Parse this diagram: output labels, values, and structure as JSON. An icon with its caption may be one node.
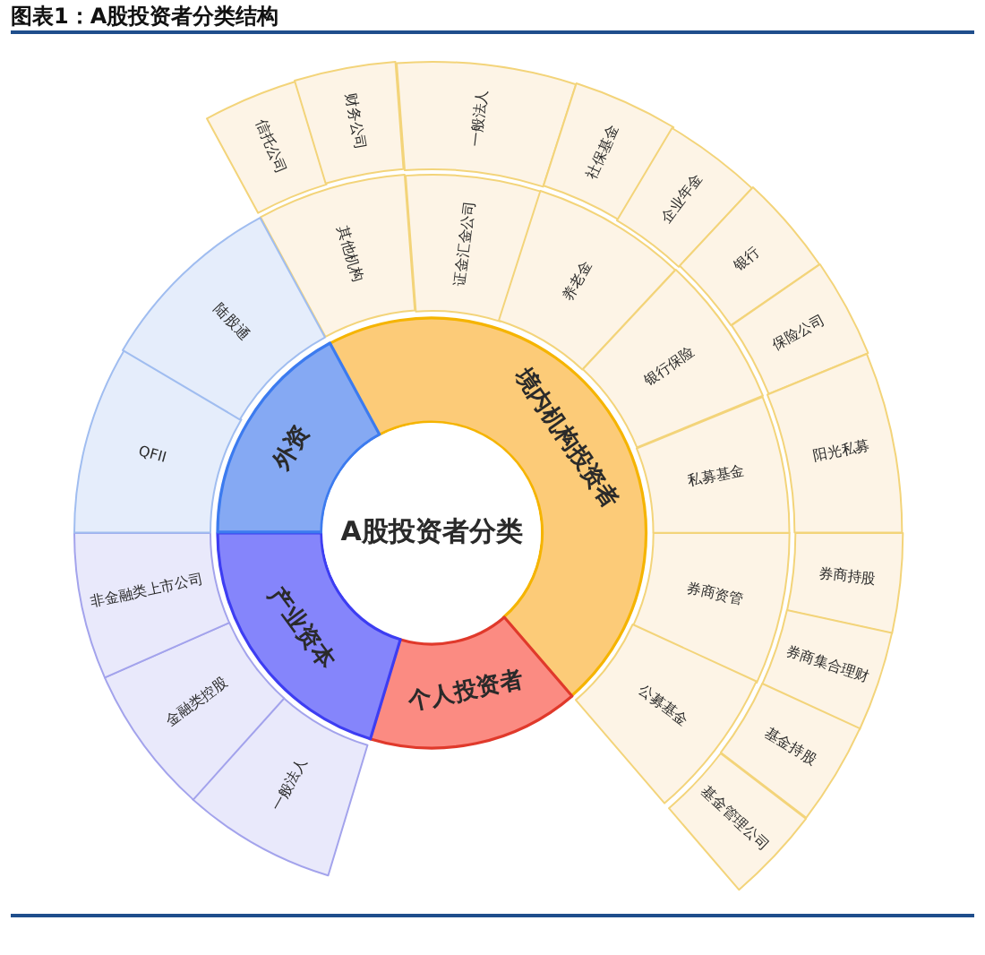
{
  "diagram": {
    "title": "图表1：A股投资者分类结构",
    "nodes": [
      {
        "text": [
          "A股投资者分类"
        ]
      },
      {
        "text": [
          "境内机构投资者"
        ]
      },
      {
        "text": [
          "其他机构"
        ]
      },
      {
        "text": [
          "信托公司"
        ]
      },
      {
        "text": [
          "财务公司"
        ]
      },
      {
        "text": [
          "证金汇金公司"
        ]
      },
      {
        "text": [
          "一般法人"
        ]
      },
      {
        "text": [
          "养老金"
        ]
      },
      {
        "text": [
          "社保基金"
        ]
      },
      {
        "text": [
          "企业年金"
        ]
      },
      {
        "text": [
          "银行保险"
        ]
      },
      {
        "text": [
          "银行"
        ]
      },
      {
        "text": [
          "保险公司"
        ]
      },
      {
        "text": [
          "私募基金"
        ]
      },
      {
        "text": [
          "阳光私募"
        ]
      },
      {
        "text": [
          "券商资管"
        ]
      },
      {
        "text": [
          "券商持股"
        ]
      },
      {
        "text": [
          "券商集合理财"
        ]
      },
      {
        "text": [
          "公募基金"
        ]
      },
      {
        "text": [
          "基金持股"
        ]
      },
      {
        "text": [
          "基金管理公司"
        ]
      },
      {
        "text": [
          "个人投资者"
        ]
      },
      {
        "text": [
          "产业资本"
        ]
      },
      {
        "text": [
          "一般法人"
        ]
      },
      {
        "text": [
          "金融类控股"
        ]
      },
      {
        "text": [
          "非金融类上市公司"
        ]
      },
      {
        "text": [
          "外资"
        ]
      },
      {
        "text": [
          "QFII"
        ]
      },
      {
        "text": [
          "陆股通"
        ]
      }
    ]
  }
}
